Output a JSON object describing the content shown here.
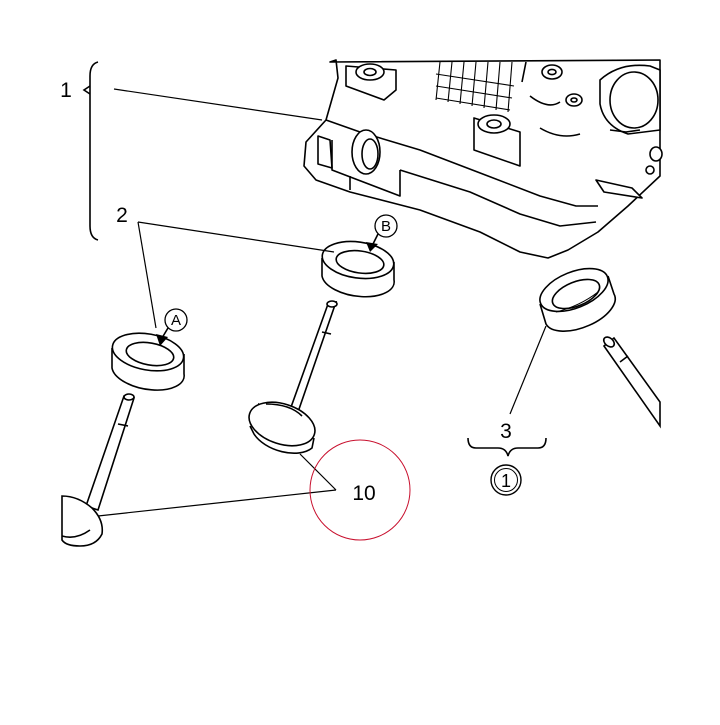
{
  "diagram": {
    "callouts": {
      "part_1": "1",
      "part_2": "2",
      "part_3": "3",
      "part_10": "10"
    },
    "markers": {
      "a": "A",
      "b": "B",
      "note": "1"
    },
    "colors": {
      "line": "#000000",
      "highlight": "#c8102e",
      "background": "#ffffff"
    }
  }
}
